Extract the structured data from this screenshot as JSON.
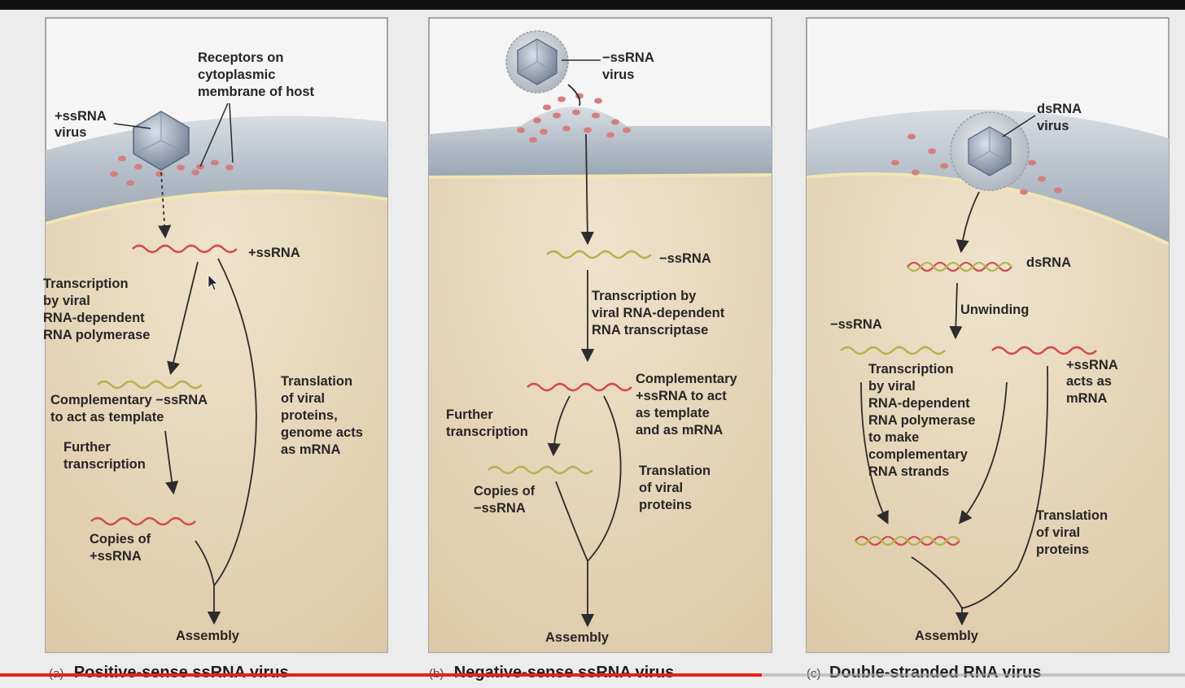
{
  "panels": [
    {
      "caption_letter": "(a)",
      "caption": "Positive-sense ssRNA virus",
      "virus_label": [
        "+ssRNA",
        "virus"
      ],
      "receptor_label": [
        "Receptors on",
        "cytoplasmic",
        "membrane of host"
      ],
      "rna_label": "+ssRNA",
      "transcription_label": [
        "Transcription",
        "by viral",
        "RNA-dependent",
        "RNA polymerase"
      ],
      "complementary_label": [
        "Complementary −ssRNA",
        "to act as template"
      ],
      "further_label": [
        "Further",
        "transcription"
      ],
      "copies_label": [
        "Copies of",
        "+ssRNA"
      ],
      "translation_label": [
        "Translation",
        "of viral",
        "proteins,",
        "genome acts",
        "as mRNA"
      ],
      "assembly_label": "Assembly"
    },
    {
      "caption_letter": "(b)",
      "caption": "Negative-sense ssRNA virus",
      "virus_label": [
        "−ssRNA",
        "virus"
      ],
      "rna_label": "−ssRNA",
      "transcription_label": [
        "Transcription by",
        "viral RNA-dependent",
        "RNA transcriptase"
      ],
      "complementary_label": [
        "Complementary",
        "+ssRNA to act",
        "as template",
        "and as mRNA"
      ],
      "further_label": [
        "Further",
        "transcription"
      ],
      "copies_label": [
        "Copies of",
        "−ssRNA"
      ],
      "translation_label": [
        "Translation",
        "of viral",
        "proteins"
      ],
      "assembly_label": "Assembly"
    },
    {
      "caption_letter": "(c)",
      "caption": "Double-stranded RNA virus",
      "virus_label": [
        "dsRNA",
        "virus"
      ],
      "rna_label": "dsRNA",
      "unwinding_label": "Unwinding",
      "neg_label": "−ssRNA",
      "pos_label": [
        "+ssRNA",
        "acts as",
        "mRNA"
      ],
      "transcription_label": [
        "Transcription",
        "by viral",
        "RNA-dependent",
        "RNA polymerase",
        "to make",
        "complementary",
        "RNA strands"
      ],
      "translation_label": [
        "Translation",
        "of viral",
        "proteins"
      ],
      "assembly_label": "Assembly"
    }
  ],
  "video_progress": 0.643,
  "colors": {
    "cytoplasm": "#e9dcc3",
    "membrane": "#b9c3cd",
    "positive_rna": "#cf4d4d",
    "negative_rna": "#b8b155",
    "receptor": "#d47f7f",
    "arrow": "#2c2c2c",
    "progress": "#e62117"
  }
}
